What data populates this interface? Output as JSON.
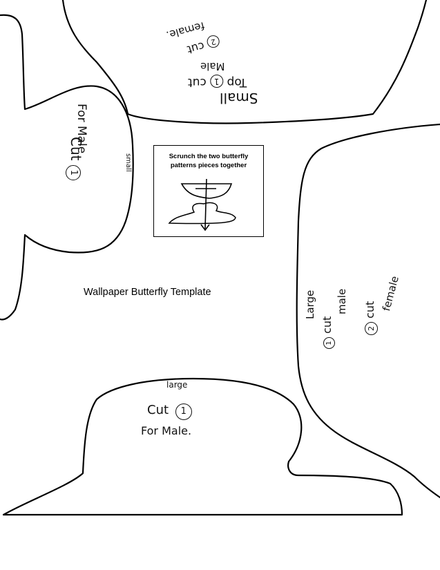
{
  "title": "Wallpaper Butterfly Template",
  "instructions": {
    "line1": "Scrunch the two butterfly",
    "line2": "patterns pieces together"
  },
  "labels": {
    "top_piece": {
      "line1": "Small",
      "line2": "Top",
      "cut_male_num": "1",
      "cut_male_text": "cut",
      "male": "Male",
      "cut_female_num": "2",
      "cut_female_text": "cut",
      "female": "female."
    },
    "left_piece": {
      "cut": "Cut",
      "num": "1",
      "for_male": "For Male",
      "small": "small"
    },
    "right_piece": {
      "large": "Large",
      "cut_male_num": "1",
      "cut_male_text": "cut",
      "male": "male",
      "cut_female_num": "2",
      "cut_female_text": "cut",
      "female": "female"
    },
    "bottom_piece": {
      "large": "large",
      "cut": "Cut",
      "num": "1",
      "for_male": "For Male."
    }
  }
}
